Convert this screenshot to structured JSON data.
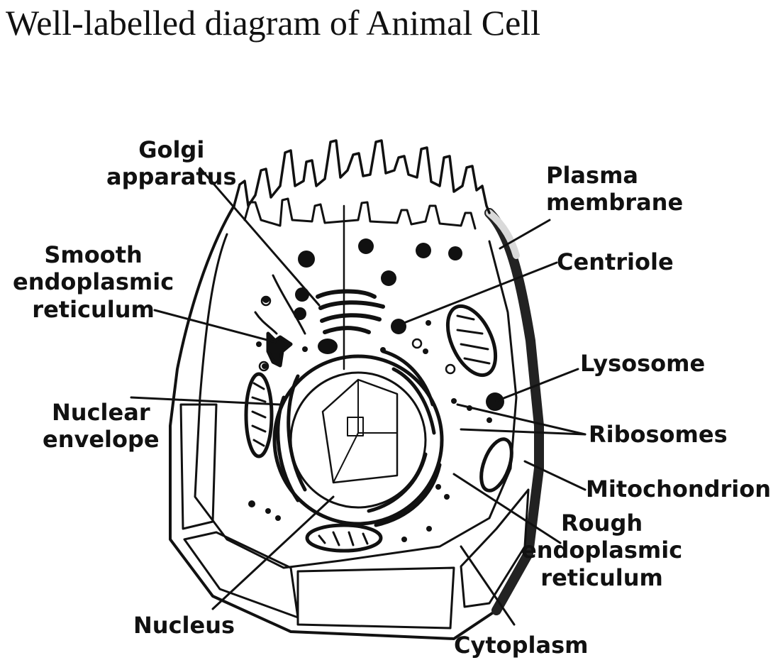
{
  "title": "Well-labelled diagram of Animal Cell",
  "labels": {
    "golgi": [
      "Golgi",
      "apparatus"
    ],
    "plasma": [
      "Plasma",
      "membrane"
    ],
    "centriole": [
      "Centriole"
    ],
    "smooth_er": [
      "Smooth",
      "endoplasmic",
      "reticulum"
    ],
    "lysosome": [
      "Lysosome"
    ],
    "nuclear_envelope": [
      "Nuclear",
      "envelope"
    ],
    "ribosomes": [
      "Ribosomes"
    ],
    "mitochondrion": [
      "Mitochondrion"
    ],
    "rough_er": [
      "Rough",
      "endoplasmic",
      "reticulum"
    ],
    "nucleus": [
      "Nucleus"
    ],
    "cytoplasm": [
      "Cytoplasm"
    ]
  },
  "colors": {
    "ink": "#111111",
    "paper": "#ffffff",
    "membrane_band": "#d9d9d9"
  }
}
